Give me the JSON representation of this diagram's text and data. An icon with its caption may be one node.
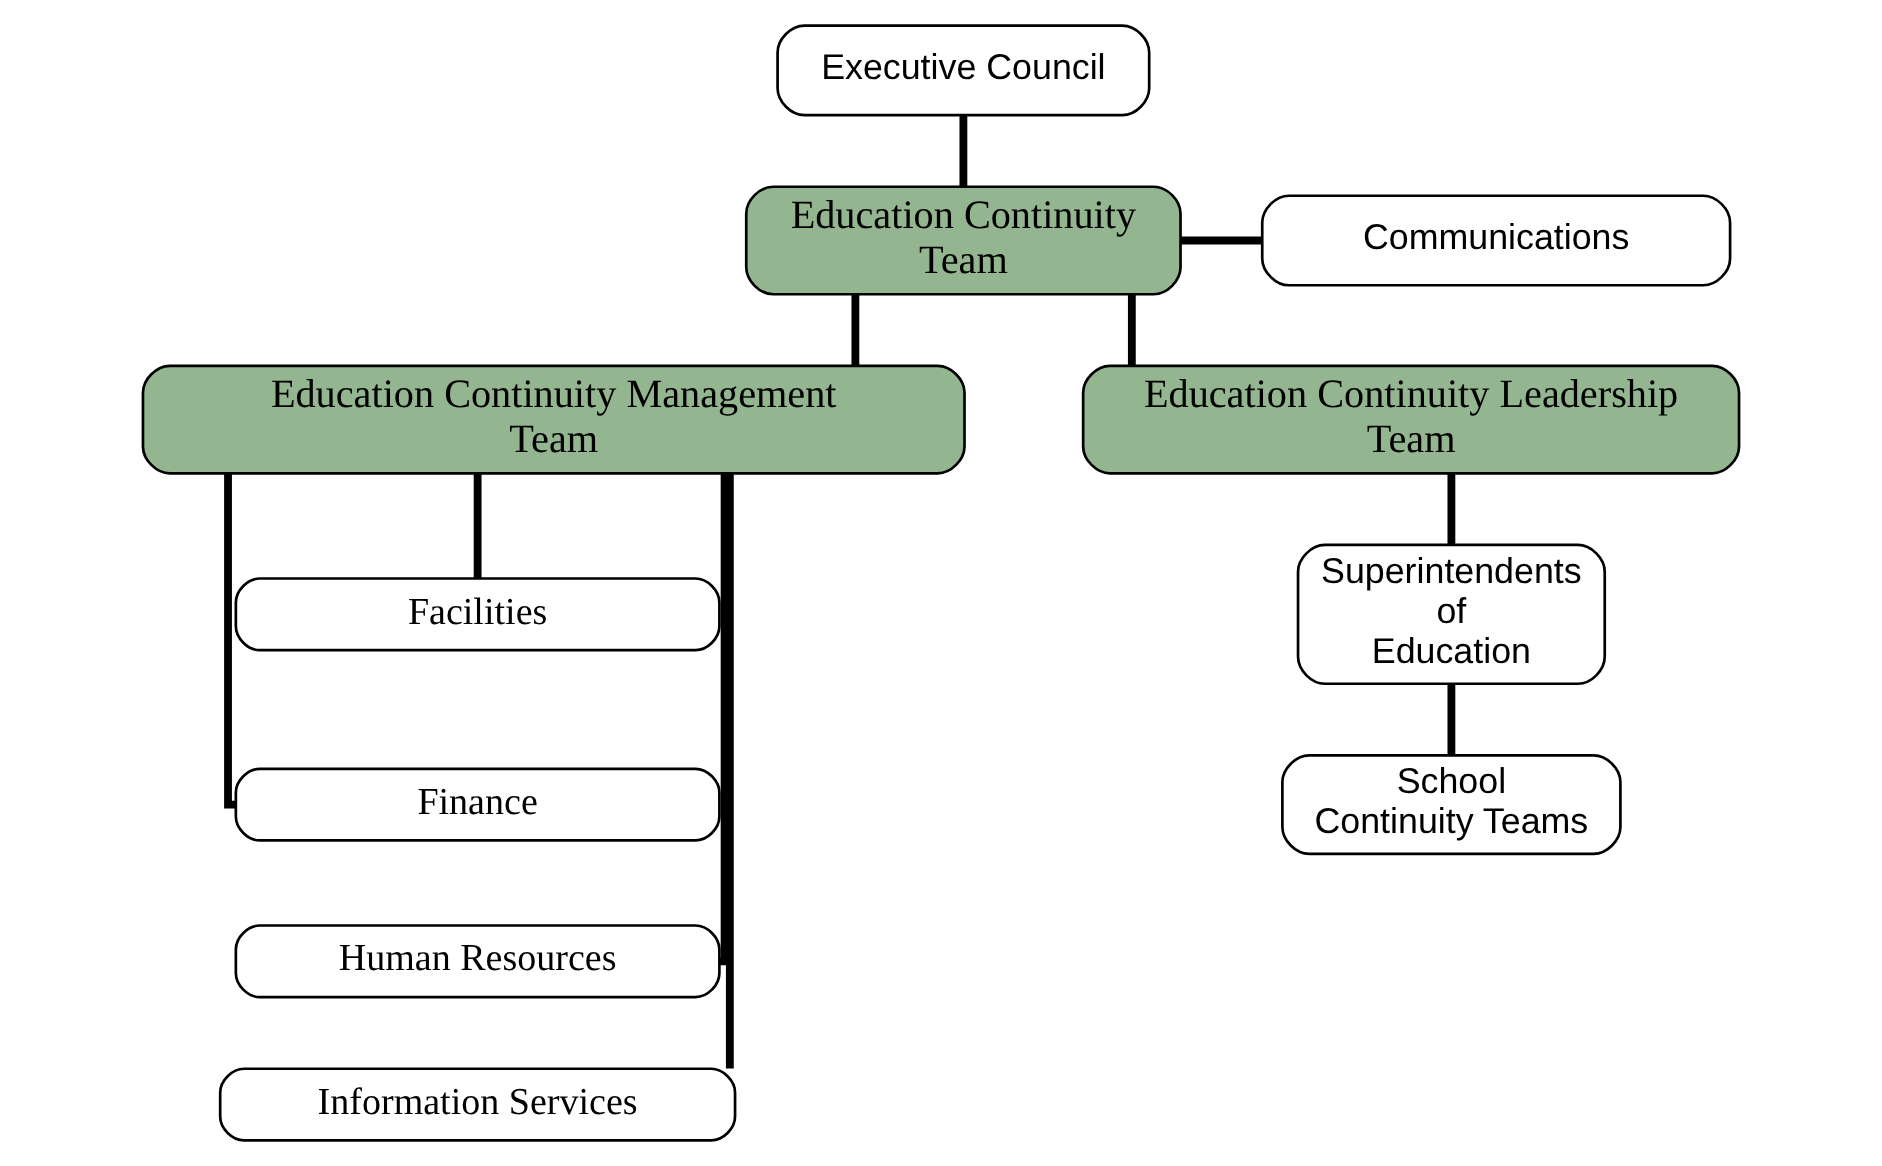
{
  "diagram": {
    "nodes": [
      {
        "text": [
          "Executive Council"
        ]
      },
      {
        "text": [
          "Education Continuity Team"
        ]
      },
      {
        "text": [
          "Communications"
        ]
      },
      {
        "text": [
          "Education Continuity Management Team"
        ]
      },
      {
        "text": [
          "Education Continuity Leadership Team"
        ]
      },
      {
        "text": [
          "Facilities"
        ]
      },
      {
        "text": [
          "Finance"
        ]
      },
      {
        "text": [
          "Human Resources"
        ]
      },
      {
        "text": [
          "Information Services"
        ]
      },
      {
        "text": [
          "Superintendents of Education"
        ]
      },
      {
        "text": [
          "School Continuity Teams"
        ]
      }
    ],
    "edges": [
      {
        "from": 0,
        "to": 1,
        "arrow": "none"
      },
      {
        "from": 1,
        "to": 2,
        "arrow": "none"
      },
      {
        "from": 1,
        "to": 3,
        "arrow": "none"
      },
      {
        "from": 1,
        "to": 4,
        "arrow": "none"
      },
      {
        "from": 3,
        "to": 5,
        "arrow": "none"
      },
      {
        "from": 3,
        "to": 6,
        "arrow": "none"
      },
      {
        "from": 3,
        "to": 7,
        "arrow": "none"
      },
      {
        "from": 3,
        "to": 8,
        "arrow": "none"
      },
      {
        "from": 4,
        "to": 9,
        "arrow": "none"
      },
      {
        "from": 9,
        "to": 10,
        "arrow": "none"
      }
    ]
  }
}
